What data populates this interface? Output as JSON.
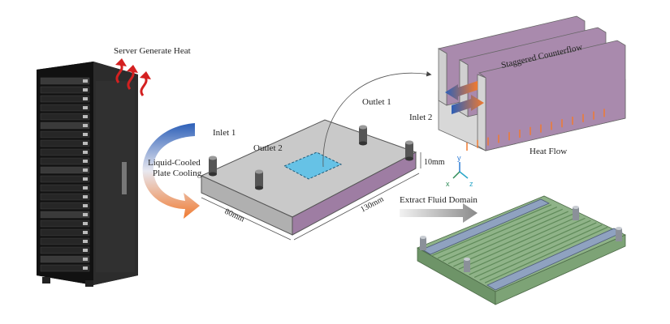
{
  "labels": {
    "server_heat": "Server Generate Heat",
    "cooling_line1": "Liquid-Cooled",
    "cooling_line2": "Plate Cooling",
    "inlet1": "Inlet 1",
    "inlet2": "Inlet 2",
    "outlet1": "Outlet 1",
    "outlet2": "Outlet 2",
    "dim_height": "10mm",
    "dim_width": "80mm",
    "dim_length": "130mm",
    "staggered": "Staggered Counterflow",
    "heat_flow": "Heat Flow",
    "extract": "Extract Fluid Domain",
    "axis_x": "x",
    "axis_y": "y",
    "axis_z": "z"
  },
  "colors": {
    "heat_arrow": "#d42020",
    "cold_flow": "#2c5fb8",
    "hot_flow": "#f07a30",
    "plate_top": "#c8c8c8",
    "plate_side": "#9e7da3",
    "heat_zone": "#66c2e6",
    "channel_wall": "#a98aad",
    "fluid_domain": "#8fb388",
    "axis_x": "#2e8b57",
    "axis_y": "#2e7cd6",
    "axis_z": "#2aa6c8"
  }
}
